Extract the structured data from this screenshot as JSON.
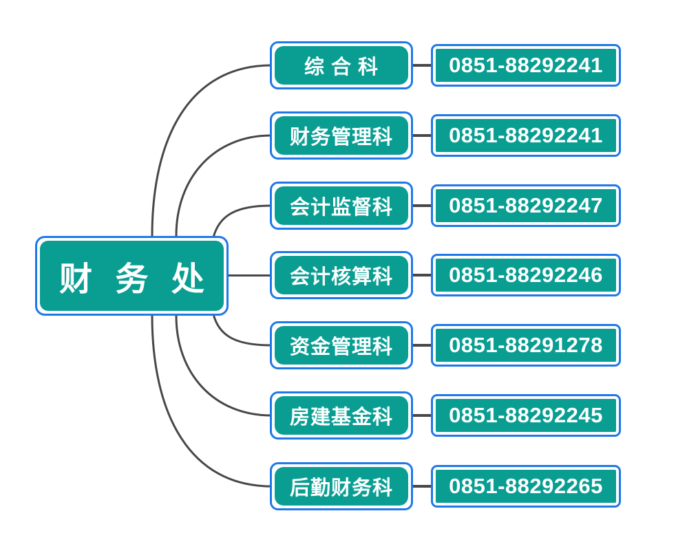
{
  "diagram": {
    "root": {
      "label": "财 务 处"
    },
    "branches": [
      {
        "label": "综 合 科",
        "phone": "0851-88292241"
      },
      {
        "label": "财务管理科",
        "phone": "0851-88292241"
      },
      {
        "label": "会计监督科",
        "phone": "0851-88292247"
      },
      {
        "label": "会计核算科",
        "phone": "0851-88292246"
      },
      {
        "label": "资金管理科",
        "phone": "0851-88291278"
      },
      {
        "label": "房建基金科",
        "phone": "0851-88292245"
      },
      {
        "label": "后勤财务科",
        "phone": "0851-88292265"
      }
    ],
    "colors": {
      "node_fill": "#0a9e93",
      "node_border": "#1e78e8",
      "connector": "#474747",
      "text": "#ffffff",
      "background": "#ffffff"
    }
  }
}
